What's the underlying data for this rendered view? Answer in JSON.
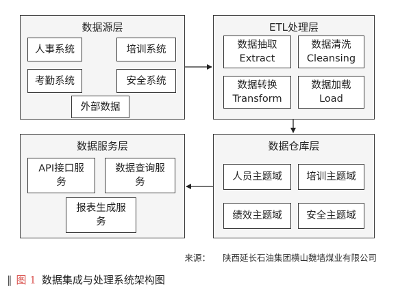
{
  "colors": {
    "border": "#3a3a3a",
    "layer_background": "#f5f5f5",
    "box_background": "#ffffff",
    "figure_label": "#d9534f"
  },
  "layers": {
    "data_source": {
      "title": "数据源层",
      "boxes": [
        "人事系统",
        "培训系统",
        "考勤系统",
        "安全系统",
        "外部数据"
      ]
    },
    "etl": {
      "title": "ETL处理层",
      "boxes": [
        {
          "line1": "数据抽取",
          "line2": "Extract"
        },
        {
          "line1": "数据清洗",
          "line2": "Cleansing"
        },
        {
          "line1": "数据转换",
          "line2": "Transform"
        },
        {
          "line1": "数据加载",
          "line2": "Load"
        }
      ]
    },
    "warehouse": {
      "title": "数据仓库层",
      "boxes": [
        "人员主题域",
        "培训主题域",
        "绩效主题域",
        "安全主题域"
      ]
    },
    "service": {
      "title": "数据服务层",
      "boxes": [
        {
          "line1": "API接口服",
          "line2": "务"
        },
        {
          "line1": "数据查询服",
          "line2": "务"
        },
        {
          "line1": "报表生成服",
          "line2": "务"
        }
      ]
    }
  },
  "source": {
    "label": "来源：",
    "text": "陕西延长石油集团横山魏墙煤业有限公司"
  },
  "caption": {
    "marker": "‖",
    "figure": "图 1",
    "title": "数据集成与处理系统架构图"
  }
}
